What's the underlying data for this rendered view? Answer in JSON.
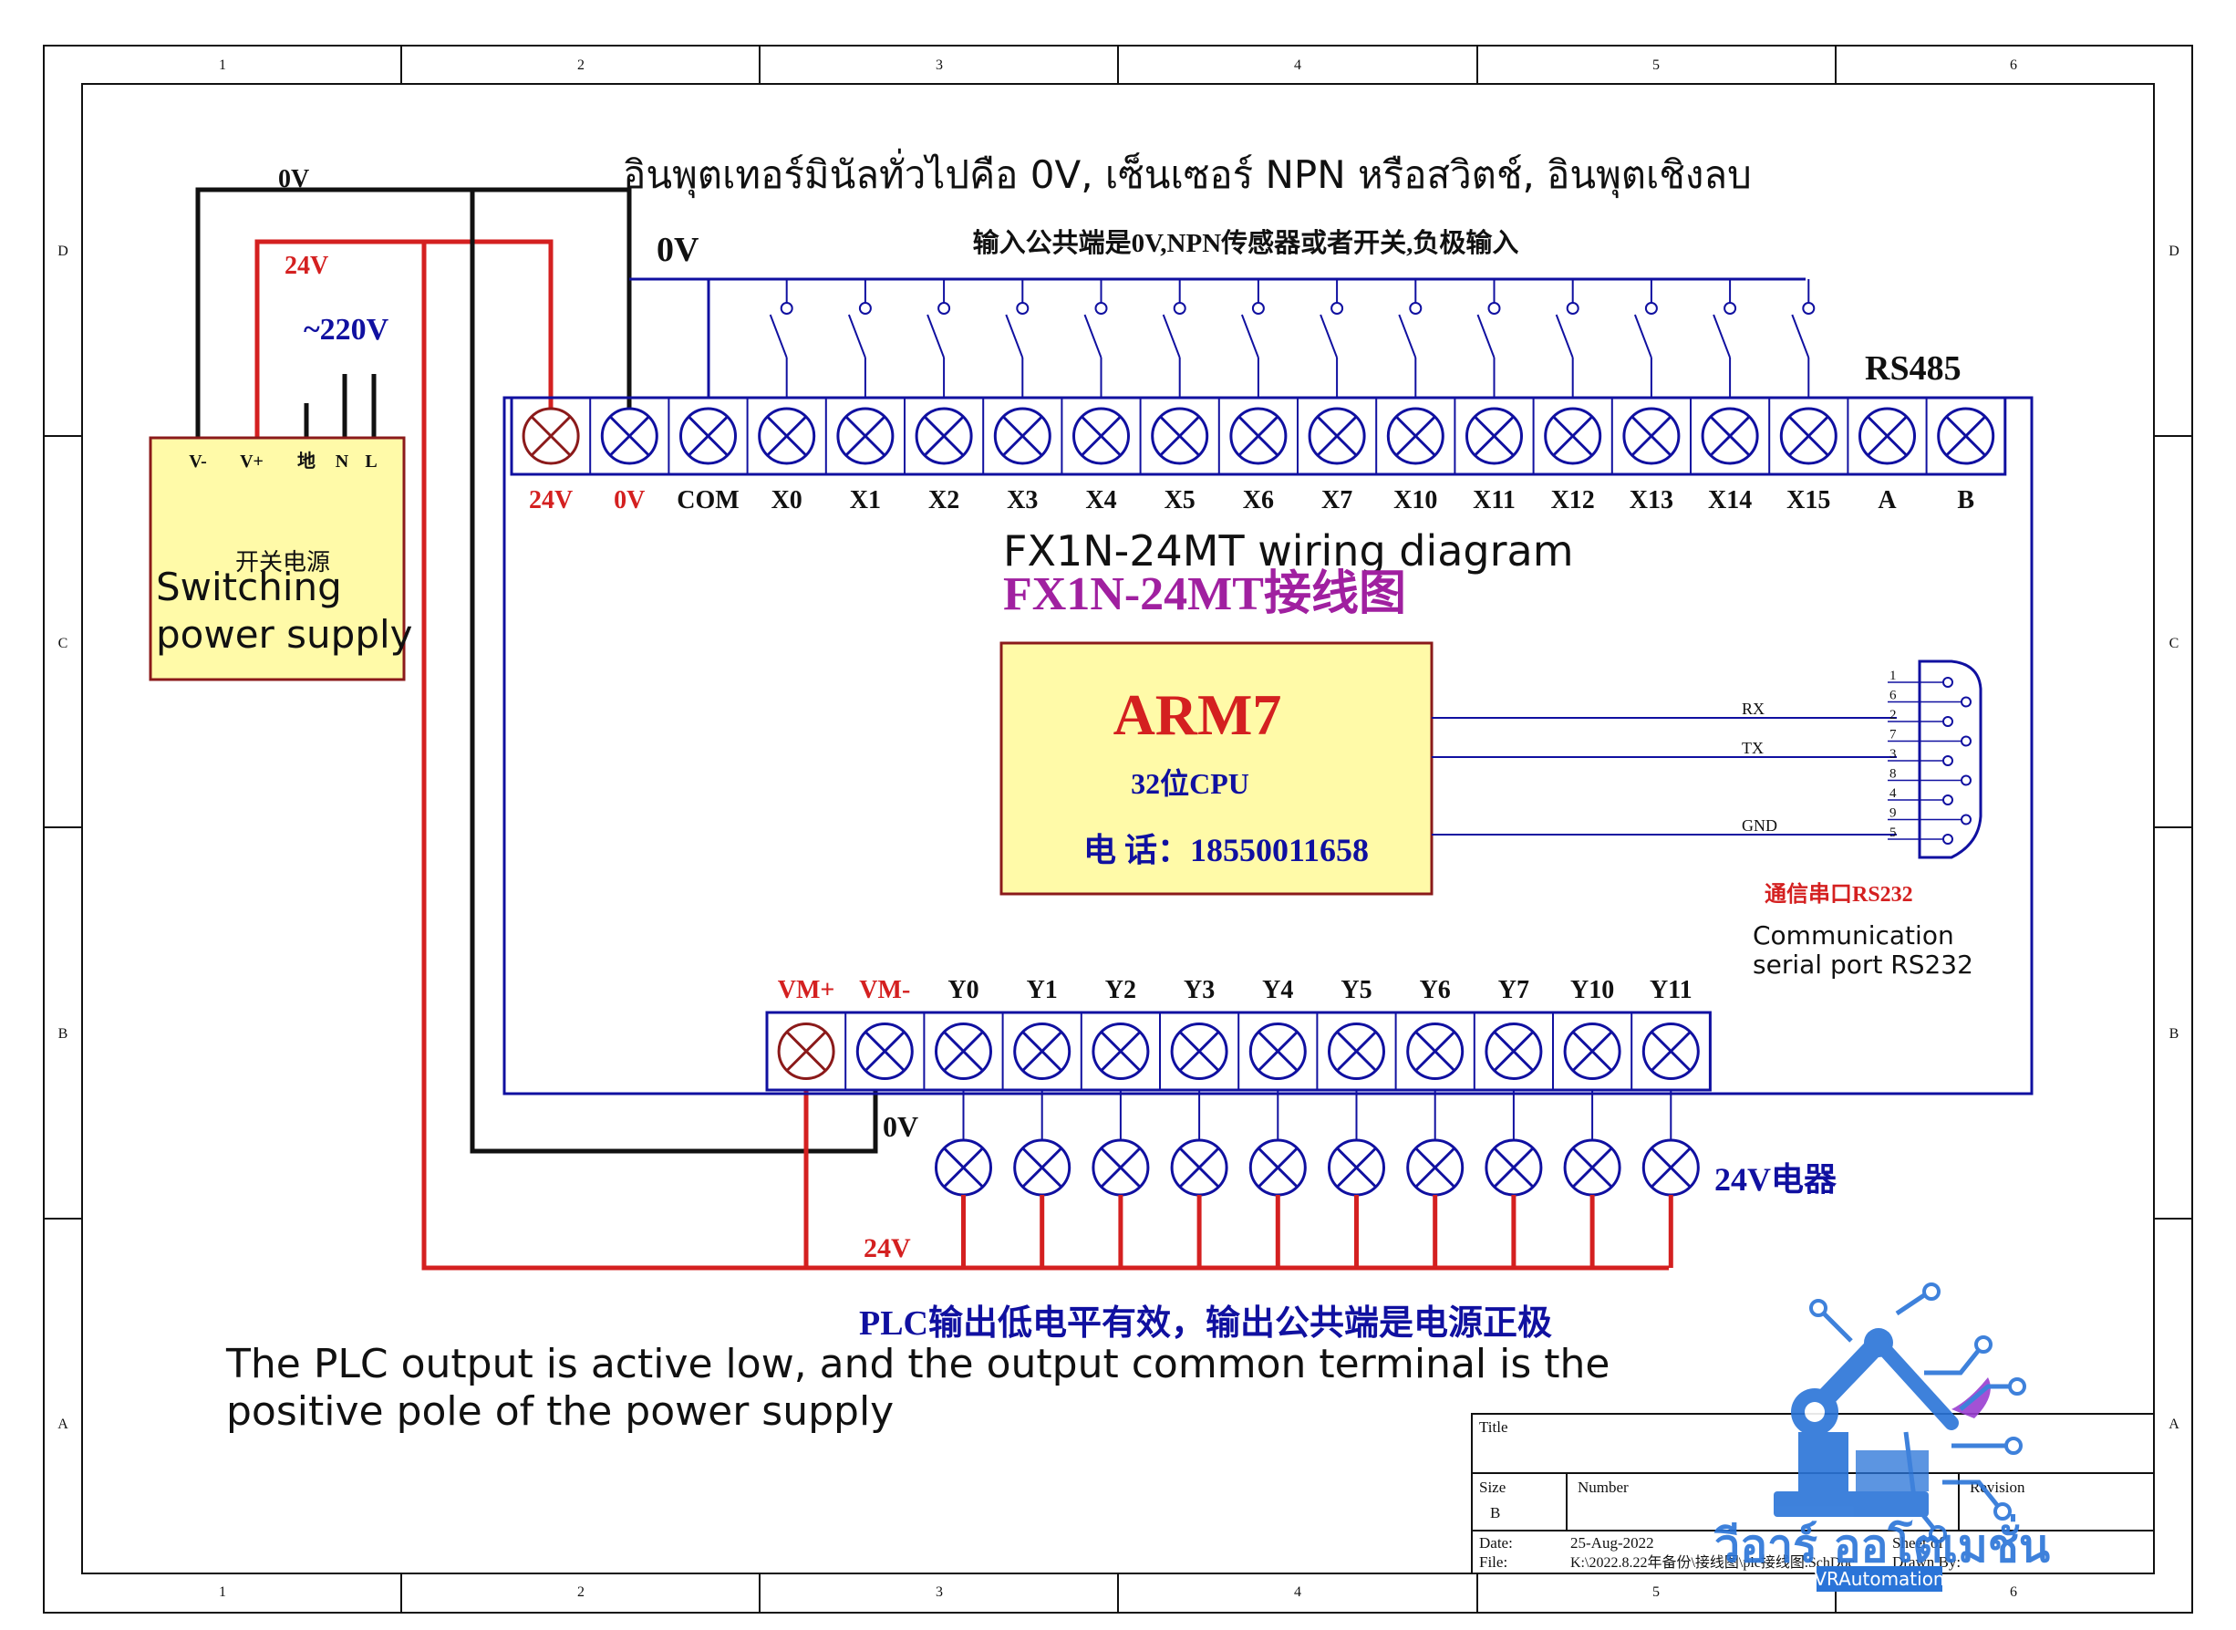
{
  "frame": {
    "columns": [
      "1",
      "2",
      "3",
      "4",
      "5",
      "6"
    ],
    "rows": [
      "D",
      "C",
      "B",
      "A"
    ]
  },
  "notes": {
    "thai_input_note": "อินพุตเทอร์มินัลทั่วไปคือ 0V, เซ็นเซอร์ NPN หรือสวิตช์, อินพุตเชิงลบ",
    "cn_input_note": "输入公共端是0V,NPN传感器或者开关,负极输入",
    "title_en": "FX1N-24MT wiring diagram",
    "title_cn": "FX1N-24MT接线图",
    "cn_output_note": "PLC输出低电平有效，输出公共端是电源正极",
    "en_output_note_line1": "The PLC output is active low, and the output common terminal is the",
    "en_output_note_line2": "positive pole of the power supply"
  },
  "power_supply": {
    "pins": [
      "V-",
      "V+",
      "地",
      "N",
      "L"
    ],
    "label_cn": "开关电源",
    "label_en_line1": "Switching",
    "label_en_line2": "power supply",
    "ac_label": "~220V",
    "v24_label": "24V",
    "v0_label": "0V"
  },
  "input_block": {
    "bus_label": "0V",
    "rs485_label": "RS485",
    "terminals": [
      "24V",
      "0V",
      "COM",
      "X0",
      "X1",
      "X2",
      "X3",
      "X4",
      "X5",
      "X6",
      "X7",
      "X10",
      "X11",
      "X12",
      "X13",
      "X14",
      "X15",
      "A",
      "B"
    ]
  },
  "cpu": {
    "name": "ARM7",
    "bits": "32位CPU",
    "phone": "电 话：18550011658"
  },
  "rs232": {
    "signals": [
      "RX",
      "TX",
      "GND"
    ],
    "pin_numbers": [
      "1",
      "6",
      "2",
      "7",
      "3",
      "8",
      "4",
      "9",
      "5"
    ],
    "label_cn": "通信串口RS232",
    "label_en_line1": "Communication",
    "label_en_line2": "serial port RS232"
  },
  "output_block": {
    "terminals": [
      "VM+",
      "VM-",
      "Y0",
      "Y1",
      "Y2",
      "Y3",
      "Y4",
      "Y5",
      "Y6",
      "Y7",
      "Y10",
      "Y11"
    ],
    "ov_label": "0V",
    "v24_label": "24V",
    "load_label": "24V电器"
  },
  "title_block": {
    "title_label": "Title",
    "size_label": "Size",
    "size_value": "B",
    "number_label": "Number",
    "revision_label": "Revision",
    "date_label": "Date:",
    "date_value": "25-Aug-2022",
    "file_label": "File:",
    "file_value": "K:\\2022.8.22年备份\\接线图\\plc接线图.SchDoc",
    "sheet_label": "Sheet of",
    "drawn_label": "Drawn By:"
  },
  "watermark": {
    "thai": "วีอาร์ ออโตเมชั่น",
    "en": "VRAutomation"
  },
  "colors": {
    "blue": "#1010a0",
    "red": "#d42020",
    "dark_red": "#8b1a1a",
    "black": "#111111",
    "purple": "#a020a0",
    "yellow": "#fffaa8"
  }
}
